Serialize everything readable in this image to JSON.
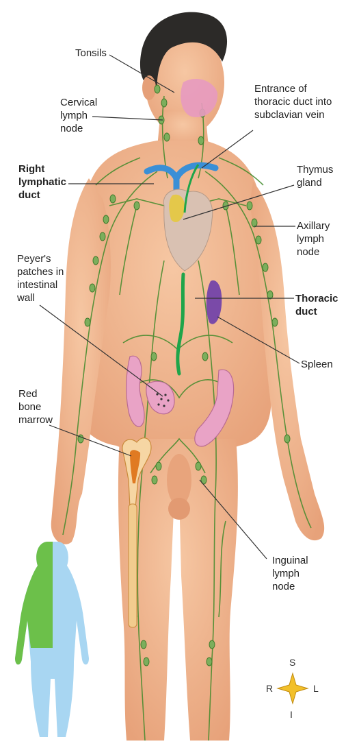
{
  "labels": {
    "tonsils": "Tonsils",
    "cervical": "Cervical\nlymph\nnode",
    "entrance": "Entrance of\nthoracic duct into\nsubclavian vein",
    "right_duct": "Right\nlymphatic\nduct",
    "thymus": "Thymus\ngland",
    "axillary": "Axillary\nlymph\nnode",
    "peyers": "Peyer's\npatches in\nintestinal\nwall",
    "thoracic_duct": "Thoracic\nduct",
    "spleen": "Spleen",
    "red_marrow": "Red\nbone\nmarrow",
    "inguinal": "Inguinal\nlymph\nnode"
  },
  "compass": {
    "s": "S",
    "i": "I",
    "r": "R",
    "l": "L"
  },
  "colors": {
    "skin": "#f1b78f",
    "lymph_vessel": "#3f8a2a",
    "thoracic_duct": "#1fa54a",
    "subclavian_vein": "#3a8fd6",
    "thymus": "#e4c84a",
    "spleen": "#7a4aa8",
    "intestine": "#e9a3c6",
    "bone_marrow": "#e07a22",
    "inset_green": "#6cc04a",
    "inset_blue": "#a8d6f2"
  }
}
